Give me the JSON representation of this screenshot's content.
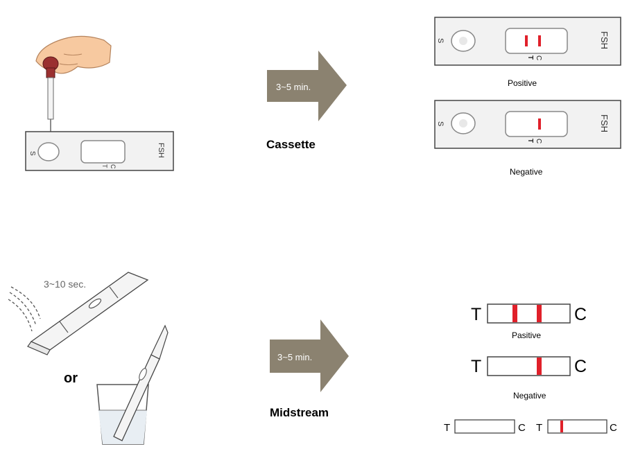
{
  "cassette_section": {
    "arrow_text": "3~5 min.",
    "label": "Cassette",
    "device_marks": {
      "sample": "S",
      "test": "T",
      "control": "C",
      "brand": "FSH"
    },
    "result_positive": "Positive",
    "result_negative": "Negative"
  },
  "midstream_section": {
    "timing_text": "3~10 sec.",
    "or_text": "or",
    "arrow_text": "3~5 min.",
    "label": "Midstream",
    "strip_marks": {
      "test": "T",
      "control": "C"
    },
    "result_positive": "Pasitive",
    "result_negative": "Negative"
  },
  "colors": {
    "line_red": "#e0202a",
    "arrow_brown": "#8b8270",
    "hand_skin": "#f7c9a0",
    "dropper_red": "#9a3030"
  }
}
